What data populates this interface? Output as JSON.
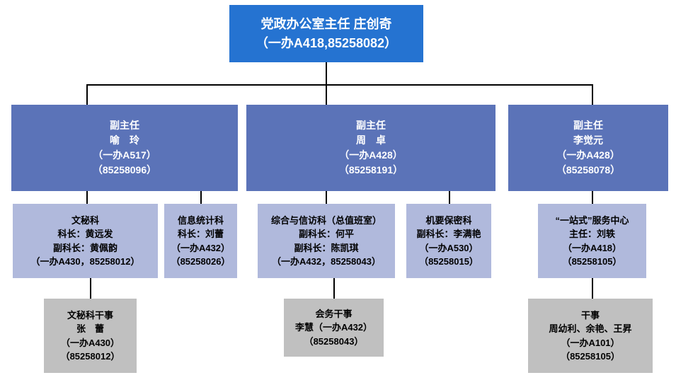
{
  "colors": {
    "root_bg": "#2573d1",
    "level1_bg": "#5b73b8",
    "level2_bg": "#b0b9dc",
    "level3_bg": "#c0c0c0",
    "connector": "#000000",
    "light_text": "#ffffff",
    "dark_text": "#000000"
  },
  "root": {
    "title": "党政办公室主任 庄创奇",
    "contact": "（一办A418,85258082）"
  },
  "deputies": [
    {
      "role": "副主任",
      "name": "喻　玲",
      "room": "（一办A517）",
      "phone": "（85258096）"
    },
    {
      "role": "副主任",
      "name": "周　卓",
      "room": "（一办A428）",
      "phone": "（85258191）"
    },
    {
      "role": "副主任",
      "name": "李觉元",
      "room": "（一办A428）",
      "phone": "（85258078）"
    }
  ],
  "sections": [
    {
      "name": "文秘科",
      "line2": "科长：黄远发",
      "line3": "副科长：黄佩韵",
      "line4": "（一办A430，85258012）"
    },
    {
      "name": "信息统计科",
      "line2": "科长：刘蕾",
      "line3": "（一办A432）",
      "line4": "（85258026）"
    },
    {
      "name": "综合与信访科（总值班室）",
      "line2": "副科长：何平",
      "line3": "副科长：陈凯琪",
      "line4": "（一办A432，85258043）"
    },
    {
      "name": "机要保密科",
      "line2": "副科长：李满艳",
      "line3": "（一办A530）",
      "line4": "（85258015）"
    },
    {
      "name": "“一站式”服务中心",
      "line2": "主任：刘轶",
      "line3": "（一办A418）",
      "line4": "（85258105）"
    }
  ],
  "staff": [
    {
      "title": "文秘科干事",
      "line2": "张　蕾",
      "line3": "（一办A430）",
      "line4": "（85258012）"
    },
    {
      "title": "会务干事",
      "line2": "李慧（一办A432）",
      "line3": "（85258043）",
      "line4": ""
    },
    {
      "title": "干事",
      "line2": "周幼利、余艳、王昇",
      "line3": "（一办A101）",
      "line4": "（85258105）"
    }
  ]
}
